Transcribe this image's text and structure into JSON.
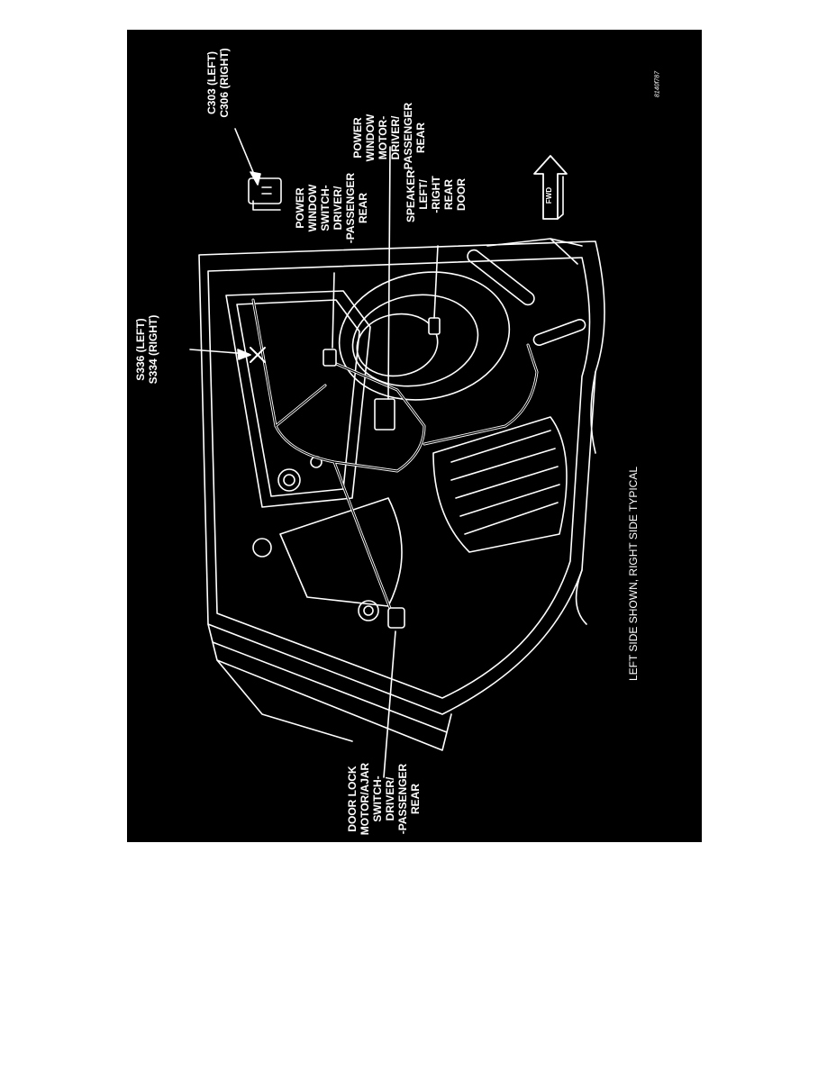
{
  "figure": {
    "id": "8140f787",
    "caption": "LEFT SIDE SHOWN, RIGHT SIDE TYPICAL",
    "title": "DOOR - REAR",
    "colors": {
      "background": "#000000",
      "lines": "#ffffff",
      "page": "#ffffff"
    }
  },
  "callouts": {
    "c303": "C303 (LEFT)\nC306 (RIGHT)",
    "motor": "POWER\nWINDOW\nMOTOR-\nDRIVER/\n-PASSENGER\nREAR",
    "switch": "POWER\nWINDOW\nSWITCH-\nDRIVER/\n-PASSENGER\nREAR",
    "speaker": "SPEAKER-\nLEFT/\n-RIGHT\nREAR\nDOOR",
    "splice": "S336 (LEFT)\nS334 (RIGHT)",
    "doorlock": "DOOR LOCK\nMOTOR/AJAR\nSWITCH-\nDRIVER/\n-PASSENGER\nREAR",
    "fwd": "FWD"
  }
}
